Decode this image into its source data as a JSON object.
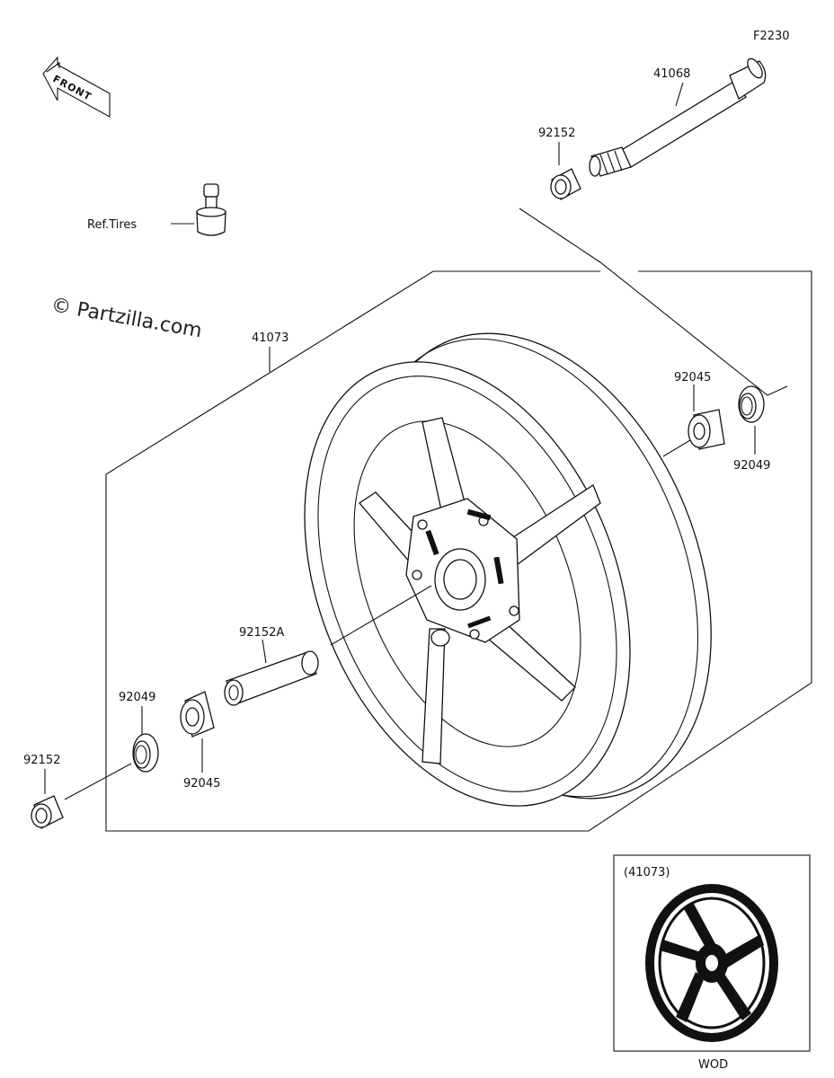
{
  "diagram_code": "F2230",
  "front_label": "FRONT",
  "watermark": "© Partzilla.com",
  "ref_tires": "Ref.Tires",
  "parts": {
    "axle": "41068",
    "collar_top": "92152",
    "wheel": "41073",
    "bearing_right": "92045",
    "seal_right": "92049",
    "sleeve": "92152A",
    "seal_left": "92049",
    "bearing_left": "92045",
    "collar_left": "92152"
  },
  "inset": {
    "title": "(41073)",
    "caption": "WOD"
  }
}
